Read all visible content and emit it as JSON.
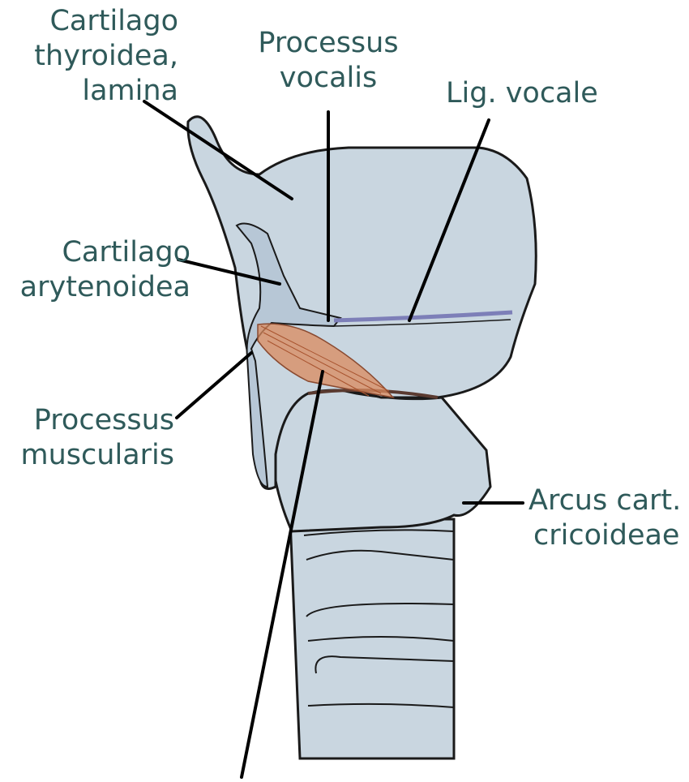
{
  "colors": {
    "label": "#2f5a5a",
    "leader": "#000000",
    "cartilage_fill": "#c9d6e0",
    "cartilage_outline": "#1a1a1a",
    "muscle": "#d98a5e",
    "ligament": "#7d7fb8",
    "background": "#ffffff"
  },
  "labels": {
    "thyroid_lamina": [
      "Cartilago",
      "thyroidea,",
      "lamina"
    ],
    "processus_vocalis": [
      "Processus",
      "vocalis"
    ],
    "lig_vocale": [
      "Lig. vocale"
    ],
    "arytenoid": [
      "Cartilago",
      "arytenoidea"
    ],
    "processus_muscularis": [
      "Processus",
      "muscularis"
    ],
    "arcus": [
      "Arcus cart.",
      "cricoideae"
    ]
  }
}
